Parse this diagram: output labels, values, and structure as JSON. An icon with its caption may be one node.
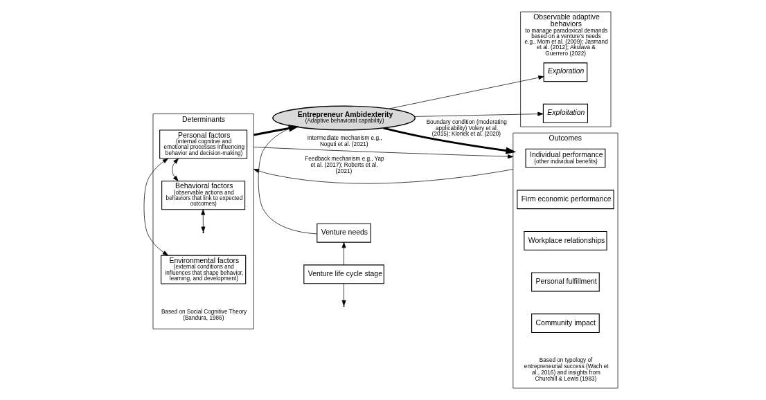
{
  "diagram": {
    "nodes": [
      {
        "text": [
          "Determinants"
        ],
        "beside": [
          "Based on Social Cognitive Theory (Bandura, 1986)"
        ]
      },
      {
        "text": [
          "Personal factors",
          "(internal cognitive and emotional processes influencing behavior and decision-making)"
        ],
        "in": 0
      },
      {
        "text": [
          "Behavioral factors",
          "(observable actions and behaviors that link to expected outcomes)"
        ],
        "in": 0
      },
      {
        "text": [
          "Environmental factors",
          "(external conditions and influences that shape behavior, learning, and development)"
        ],
        "in": 0
      },
      {
        "text": [
          "Entrepreneur Ambidexterity",
          "(Adaptive behavioral capability)"
        ]
      },
      {
        "text": [
          "Venture needs"
        ]
      },
      {
        "text": [
          "Venture life cycle stage"
        ]
      },
      {
        "text": [
          "Observable adaptive behaviors",
          "to manage paradoxical demands based on a venture’s needs",
          "e.g., Mom et al. (2009); Jasmand et al. (2012); Akulava & Guerrero (2022)"
        ]
      },
      {
        "text": [
          "Exploration"
        ],
        "in": 7
      },
      {
        "text": [
          "Exploitation"
        ],
        "in": 7
      },
      {
        "text": [
          "Outcomes"
        ],
        "beside": [
          "Based on typology of entrepreneurial success (Wach et al., 2016) and insights from Churchill & Lewis (1983)"
        ]
      },
      {
        "text": [
          "Individual performance",
          "(other individual benefits)"
        ],
        "in": 10
      },
      {
        "text": [
          "Firm economic performance"
        ],
        "in": 10
      },
      {
        "text": [
          "Workplace relationships"
        ],
        "in": 10
      },
      {
        "text": [
          "Personal fulfillment"
        ],
        "in": 10
      },
      {
        "text": [
          "Community impact"
        ],
        "in": 10
      }
    ],
    "edges": [
      {
        "from": 1,
        "to": 2,
        "arrow": "both"
      },
      {
        "from": 2,
        "to": null,
        "arrow": "both"
      },
      {
        "from": 1,
        "to": 3,
        "arrow": "both"
      },
      {
        "from": 0,
        "to": 4,
        "arrow": "to",
        "style": "thick"
      },
      {
        "from": 4,
        "to": 10,
        "arrow": "to",
        "style": "thick",
        "label": "Boundary condition (moderating applicability) Volery et al. (2015); Klonek et al. (2020)"
      },
      {
        "from": 0,
        "to": 10,
        "arrow": "to",
        "label": "Intermediate mechanism e.g., Noguti et al. (2021)"
      },
      {
        "from": 5,
        "to": 4,
        "arrow": "to"
      },
      {
        "from": 6,
        "to": 5,
        "arrow": "to"
      },
      {
        "from": 6,
        "to": null,
        "arrow": "to"
      },
      {
        "from": 4,
        "to": 8,
        "arrow": "to"
      },
      {
        "from": 4,
        "to": 9,
        "arrow": "to"
      },
      {
        "from": 10,
        "to": 0,
        "arrow": "to",
        "label": "Feedback mechanism e.g., Yap et al. (2017); Roberts et al. (2021)"
      }
    ]
  }
}
